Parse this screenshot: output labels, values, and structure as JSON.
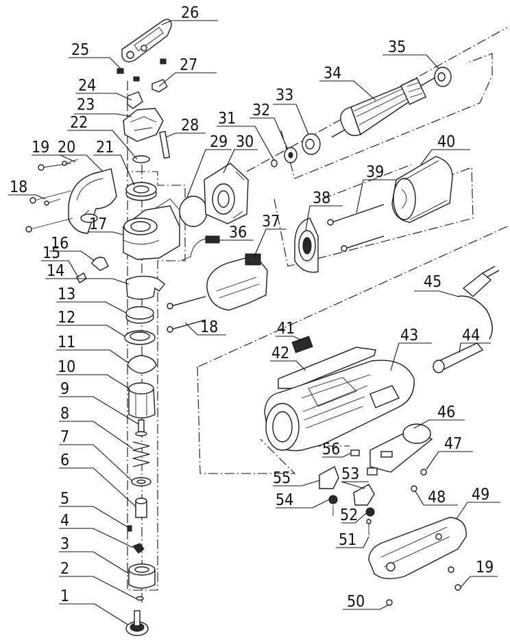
{
  "callouts": [
    {
      "id": "26",
      "label": "26"
    },
    {
      "id": "25",
      "label": "25"
    },
    {
      "id": "27",
      "label": "27"
    },
    {
      "id": "24",
      "label": "24"
    },
    {
      "id": "23",
      "label": "23"
    },
    {
      "id": "22",
      "label": "22"
    },
    {
      "id": "28",
      "label": "28"
    },
    {
      "id": "19a",
      "label": "19"
    },
    {
      "id": "20",
      "label": "20"
    },
    {
      "id": "21",
      "label": "21"
    },
    {
      "id": "18a",
      "label": "18"
    },
    {
      "id": "17",
      "label": "17"
    },
    {
      "id": "16",
      "label": "16"
    },
    {
      "id": "15",
      "label": "15"
    },
    {
      "id": "14",
      "label": "14"
    },
    {
      "id": "13",
      "label": "13"
    },
    {
      "id": "12",
      "label": "12"
    },
    {
      "id": "11",
      "label": "11"
    },
    {
      "id": "10",
      "label": "10"
    },
    {
      "id": "9",
      "label": "9"
    },
    {
      "id": "8",
      "label": "8"
    },
    {
      "id": "7",
      "label": "7"
    },
    {
      "id": "6",
      "label": "6"
    },
    {
      "id": "5",
      "label": "5"
    },
    {
      "id": "4",
      "label": "4"
    },
    {
      "id": "3",
      "label": "3"
    },
    {
      "id": "2",
      "label": "2"
    },
    {
      "id": "1",
      "label": "1"
    },
    {
      "id": "35",
      "label": "35"
    },
    {
      "id": "34",
      "label": "34"
    },
    {
      "id": "33",
      "label": "33"
    },
    {
      "id": "32",
      "label": "32"
    },
    {
      "id": "31",
      "label": "31"
    },
    {
      "id": "29",
      "label": "29"
    },
    {
      "id": "30",
      "label": "30"
    },
    {
      "id": "40",
      "label": "40"
    },
    {
      "id": "39",
      "label": "39"
    },
    {
      "id": "38",
      "label": "38"
    },
    {
      "id": "37",
      "label": "37"
    },
    {
      "id": "36",
      "label": "36"
    },
    {
      "id": "18b",
      "label": "18"
    },
    {
      "id": "45",
      "label": "45"
    },
    {
      "id": "41",
      "label": "41"
    },
    {
      "id": "43",
      "label": "43"
    },
    {
      "id": "44",
      "label": "44"
    },
    {
      "id": "42",
      "label": "42"
    },
    {
      "id": "46",
      "label": "46"
    },
    {
      "id": "56",
      "label": "56"
    },
    {
      "id": "47",
      "label": "47"
    },
    {
      "id": "55",
      "label": "55"
    },
    {
      "id": "53",
      "label": "53"
    },
    {
      "id": "54",
      "label": "54"
    },
    {
      "id": "48",
      "label": "48"
    },
    {
      "id": "49",
      "label": "49"
    },
    {
      "id": "52",
      "label": "52"
    },
    {
      "id": "51",
      "label": "51"
    },
    {
      "id": "19b",
      "label": "19"
    },
    {
      "id": "50",
      "label": "50"
    }
  ]
}
